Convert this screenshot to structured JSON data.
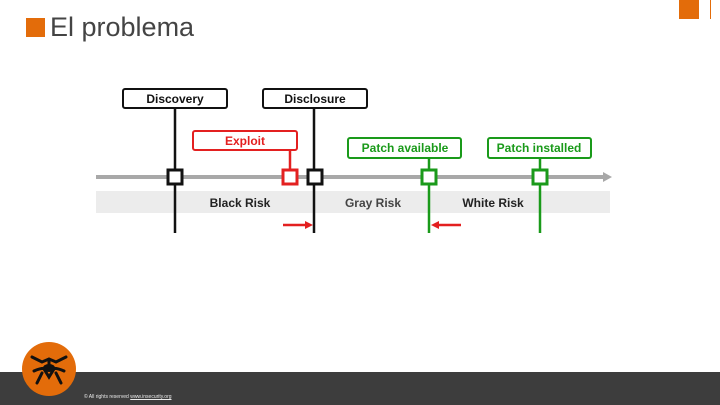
{
  "slide": {
    "title": "El problema"
  },
  "diagram": {
    "labels": {
      "discovery": "Discovery",
      "disclosure": "Disclosure",
      "exploit": "Exploit",
      "patch_available": "Patch available",
      "patch_installed": "Patch installed"
    },
    "zones": {
      "black_risk": "Black Risk",
      "gray_risk": "Gray Risk",
      "white_risk": "White Risk"
    },
    "colors": {
      "black": "#111111",
      "red": "#e32020",
      "green": "#1a9a1a",
      "timeline": "#a8a8a8",
      "band": "#ececec",
      "accent": "#e36c0a"
    }
  },
  "footer": {
    "copyright": "© All rights reserved",
    "link": "www.insecurity.org"
  }
}
